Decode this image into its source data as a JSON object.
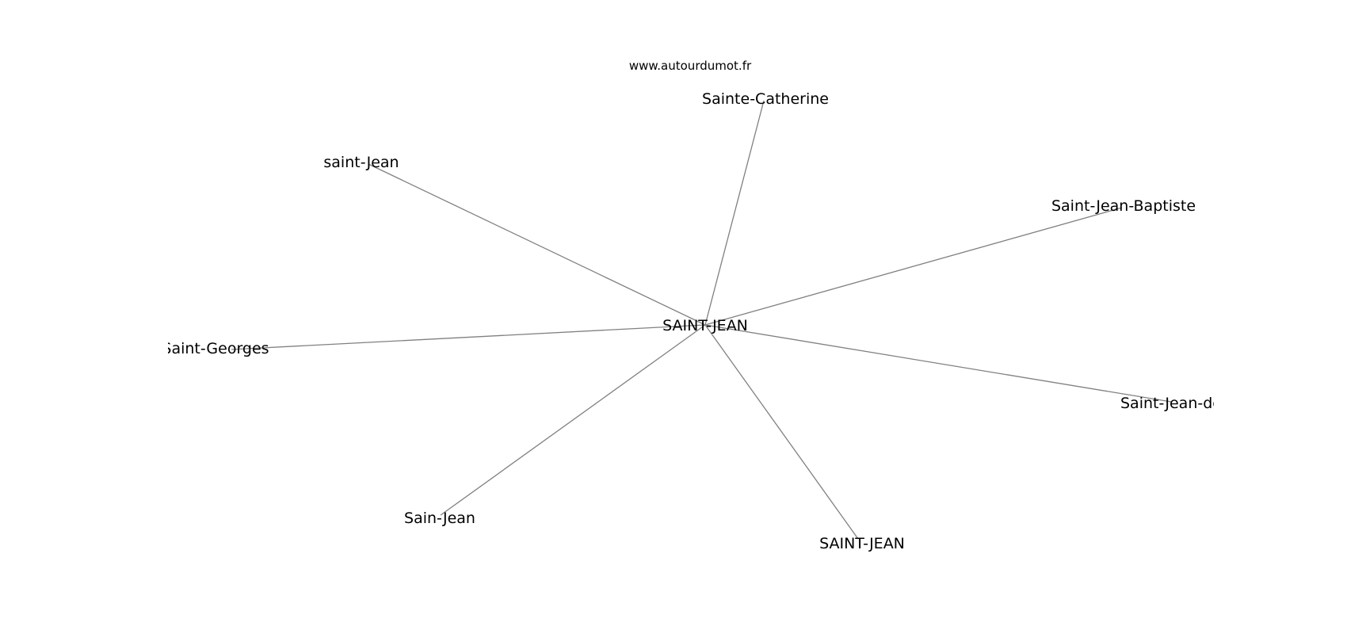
{
  "watermark": "www.autourdumot.fr",
  "center_node": {
    "id": "center",
    "label": "SAINT-JEAN"
  },
  "nodes": [
    {
      "id": "sainte-catherine",
      "label": "Sainte-Catherine"
    },
    {
      "id": "saint-jean-lower",
      "label": "saint-Jean"
    },
    {
      "id": "saint-jean-baptiste",
      "label": "Saint-Jean-Baptiste"
    },
    {
      "id": "saint-georges",
      "label": "Saint-Georges"
    },
    {
      "id": "saint-jean-de",
      "label": "Saint-Jean-de"
    },
    {
      "id": "sain-jean",
      "label": "Sain-Jean"
    },
    {
      "id": "saint-jean-upper",
      "label": "SAINT-JEAN"
    }
  ],
  "edges": [
    {
      "from": "center",
      "to": "sainte-catherine"
    },
    {
      "from": "center",
      "to": "saint-jean-lower"
    },
    {
      "from": "center",
      "to": "saint-jean-baptiste"
    },
    {
      "from": "center",
      "to": "saint-georges"
    },
    {
      "from": "center",
      "to": "saint-jean-de"
    },
    {
      "from": "center",
      "to": "sain-jean"
    },
    {
      "from": "center",
      "to": "saint-jean-upper"
    }
  ],
  "colors": {
    "edge": "#808080",
    "text": "#000000",
    "background": "#ffffff"
  }
}
